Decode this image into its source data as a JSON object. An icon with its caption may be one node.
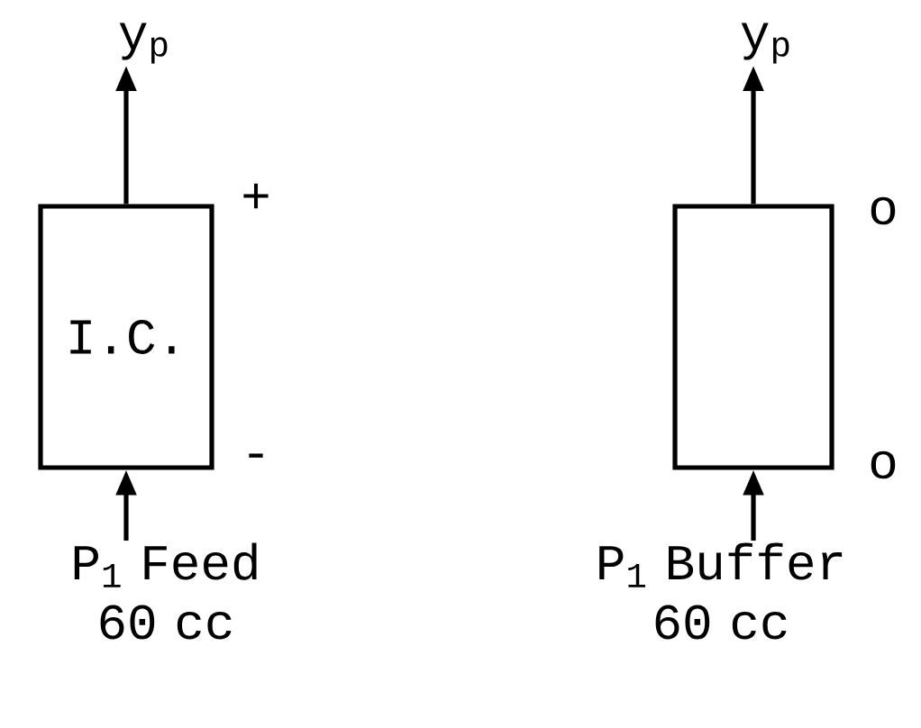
{
  "diagram": {
    "nodes": [
      {
        "text": [
          "y$_{p}$"
        ]
      },
      {
        "text": [
          "I.C."
        ],
        "beside": [
          "+",
          "-"
        ]
      },
      {
        "text": [
          "P$_{1}$ Feed 60 cc"
        ]
      },
      {
        "text": [
          "y$_{p}$"
        ]
      },
      {
        "text": [],
        "shape": "box",
        "beside": [
          "o",
          "o"
        ]
      },
      {
        "text": [
          "P$_{1}$ Buffer 60 cc"
        ]
      }
    ],
    "edges": [
      {
        "from": 2,
        "to": 1,
        "arrow": "to"
      },
      {
        "from": 1,
        "to": 0,
        "arrow": "to"
      },
      {
        "from": 5,
        "to": 4,
        "arrow": "to"
      },
      {
        "from": 4,
        "to": 3,
        "arrow": "to"
      }
    ]
  }
}
